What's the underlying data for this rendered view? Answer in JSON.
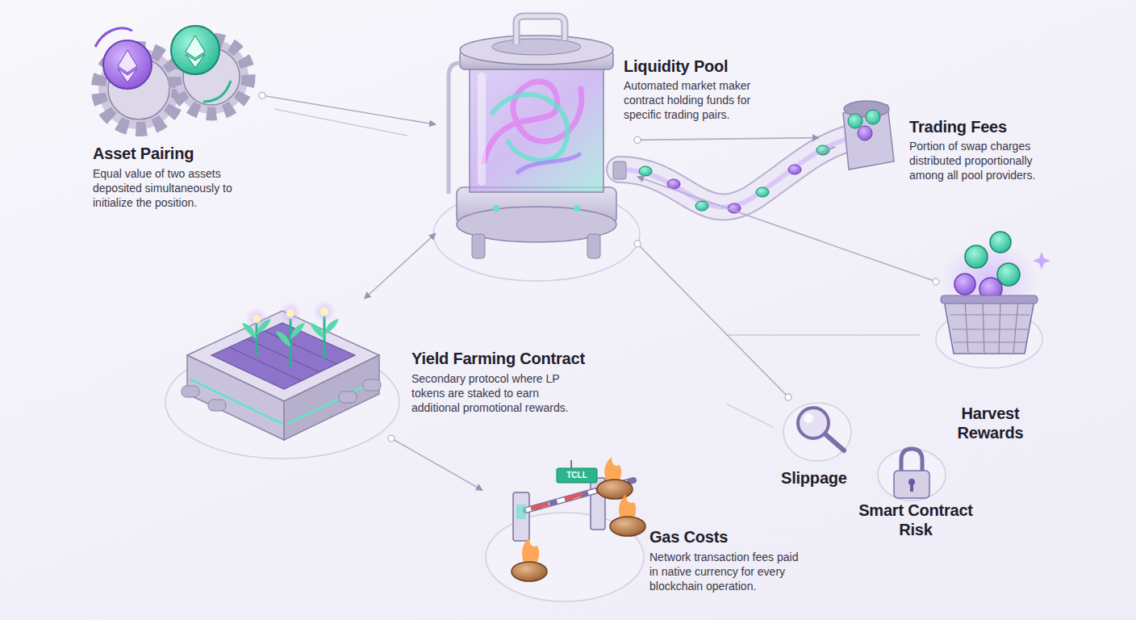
{
  "diagram": {
    "nodes": [
      {
        "text": [
          "Asset Pairing",
          "Equal value of two assets deposited simultaneously to initialize the position."
        ]
      },
      {
        "text": [
          "Liquidity Pool",
          "Automated market maker contract holding funds for specific trading pairs."
        ]
      },
      {
        "text": [
          "Trading Fees",
          "Portion of swap charges distributed proportionally among all pool providers."
        ]
      },
      {
        "text": [
          "Yield Farming Contract",
          "Secondary protocol where LP tokens are staked to earn additional promotional rewards."
        ]
      },
      {
        "text": [
          "Harvest Rewards"
        ]
      },
      {
        "text": [
          "Slippage"
        ]
      },
      {
        "text": [
          "Smart Contract Risk"
        ]
      },
      {
        "text": [
          "Gas Costs",
          "Network transaction fees paid in native currency for every blockchain operation."
        ]
      }
    ],
    "edges": [
      {
        "from": 0,
        "to": 1,
        "arrow": "to"
      },
      {
        "from": 1,
        "to": 2,
        "arrow": "to"
      },
      {
        "from": 1,
        "to": 3,
        "arrow": "both"
      },
      {
        "from": 3,
        "to": 7,
        "arrow": "to"
      },
      {
        "from": 4,
        "to": 1,
        "arrow": "to"
      },
      {
        "from": 5,
        "to": 1,
        "arrow": "none"
      }
    ],
    "labels": [
      "TCLL"
    ]
  }
}
